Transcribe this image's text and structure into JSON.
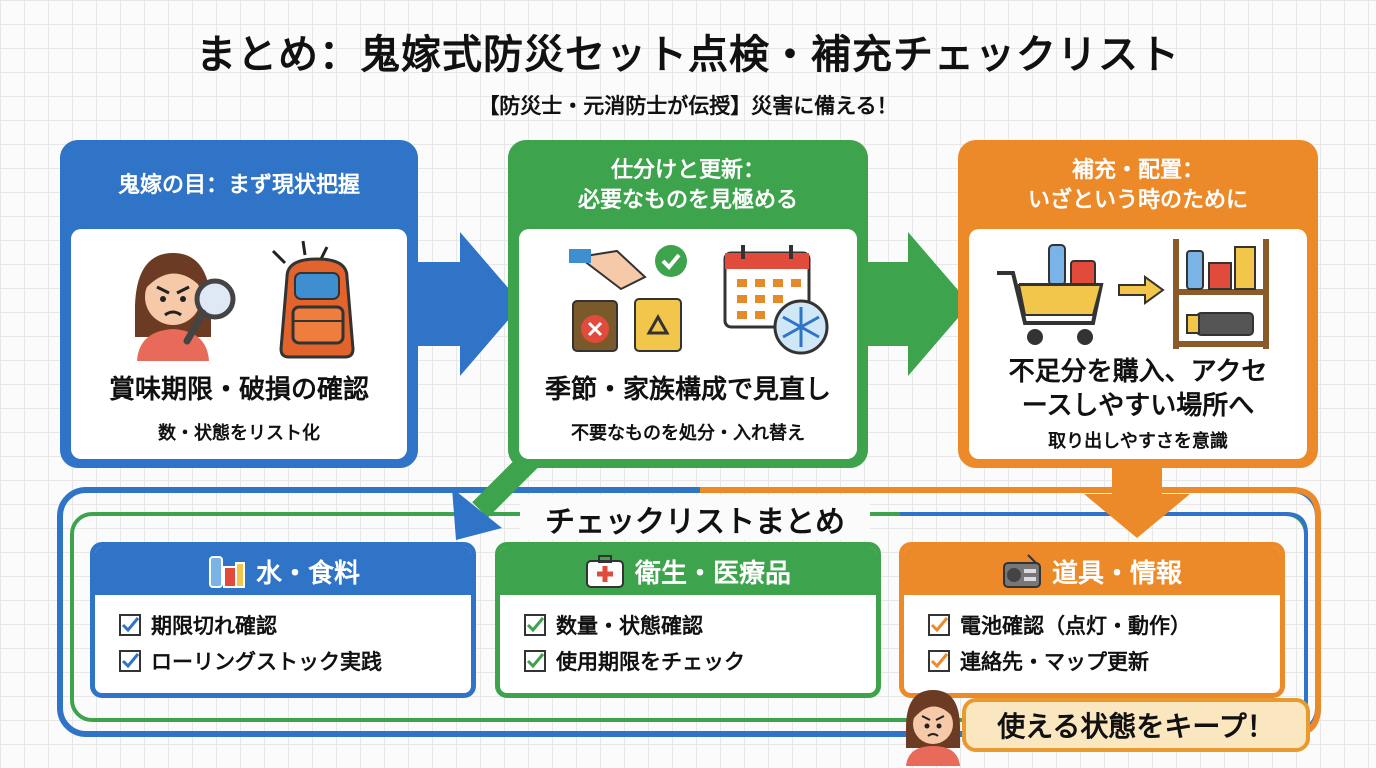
{
  "title": "まとめ：鬼嫁式防災セット点検・補充チェックリスト",
  "subtitle": "【防災士・元消防士が伝授】災害に備える！",
  "stages": [
    {
      "heading": [
        "鬼嫁の目：まず現状把握"
      ],
      "main": [
        "賞味期限・破損の確認"
      ],
      "sub": "数・状態をリスト化",
      "color": "#2f74c7"
    },
    {
      "heading": [
        "仕分けと更新：",
        "必要なものを見極める"
      ],
      "main": [
        "季節・家族構成で見直し"
      ],
      "sub": "不要なものを処分・入れ替え",
      "color": "#3ea34d"
    },
    {
      "heading": [
        "補充・配置：",
        "いざという時のために"
      ],
      "main": [
        "不足分を購入、アクセ",
        "ースしやすい場所へ"
      ],
      "sub": "取り出しやすさを意識",
      "color": "#ec8a2a"
    }
  ],
  "summary": {
    "title": "チェックリストまとめ",
    "categories": [
      {
        "label": "水・食料",
        "icon": "water-food-icon",
        "items": [
          "期限切れ確認",
          "ローリングストック実践"
        ],
        "color": "#2f74c7"
      },
      {
        "label": "衛生・医療品",
        "icon": "first-aid-icon",
        "items": [
          "数量・状態確認",
          "使用期限をチェック"
        ],
        "color": "#3ea34d"
      },
      {
        "label": "道具・情報",
        "icon": "radio-icon",
        "items": [
          "電池確認（点灯・動作）",
          "連絡先・マップ更新"
        ],
        "color": "#ec8a2a"
      }
    ]
  },
  "footer_badge": "使える状態をキープ！"
}
